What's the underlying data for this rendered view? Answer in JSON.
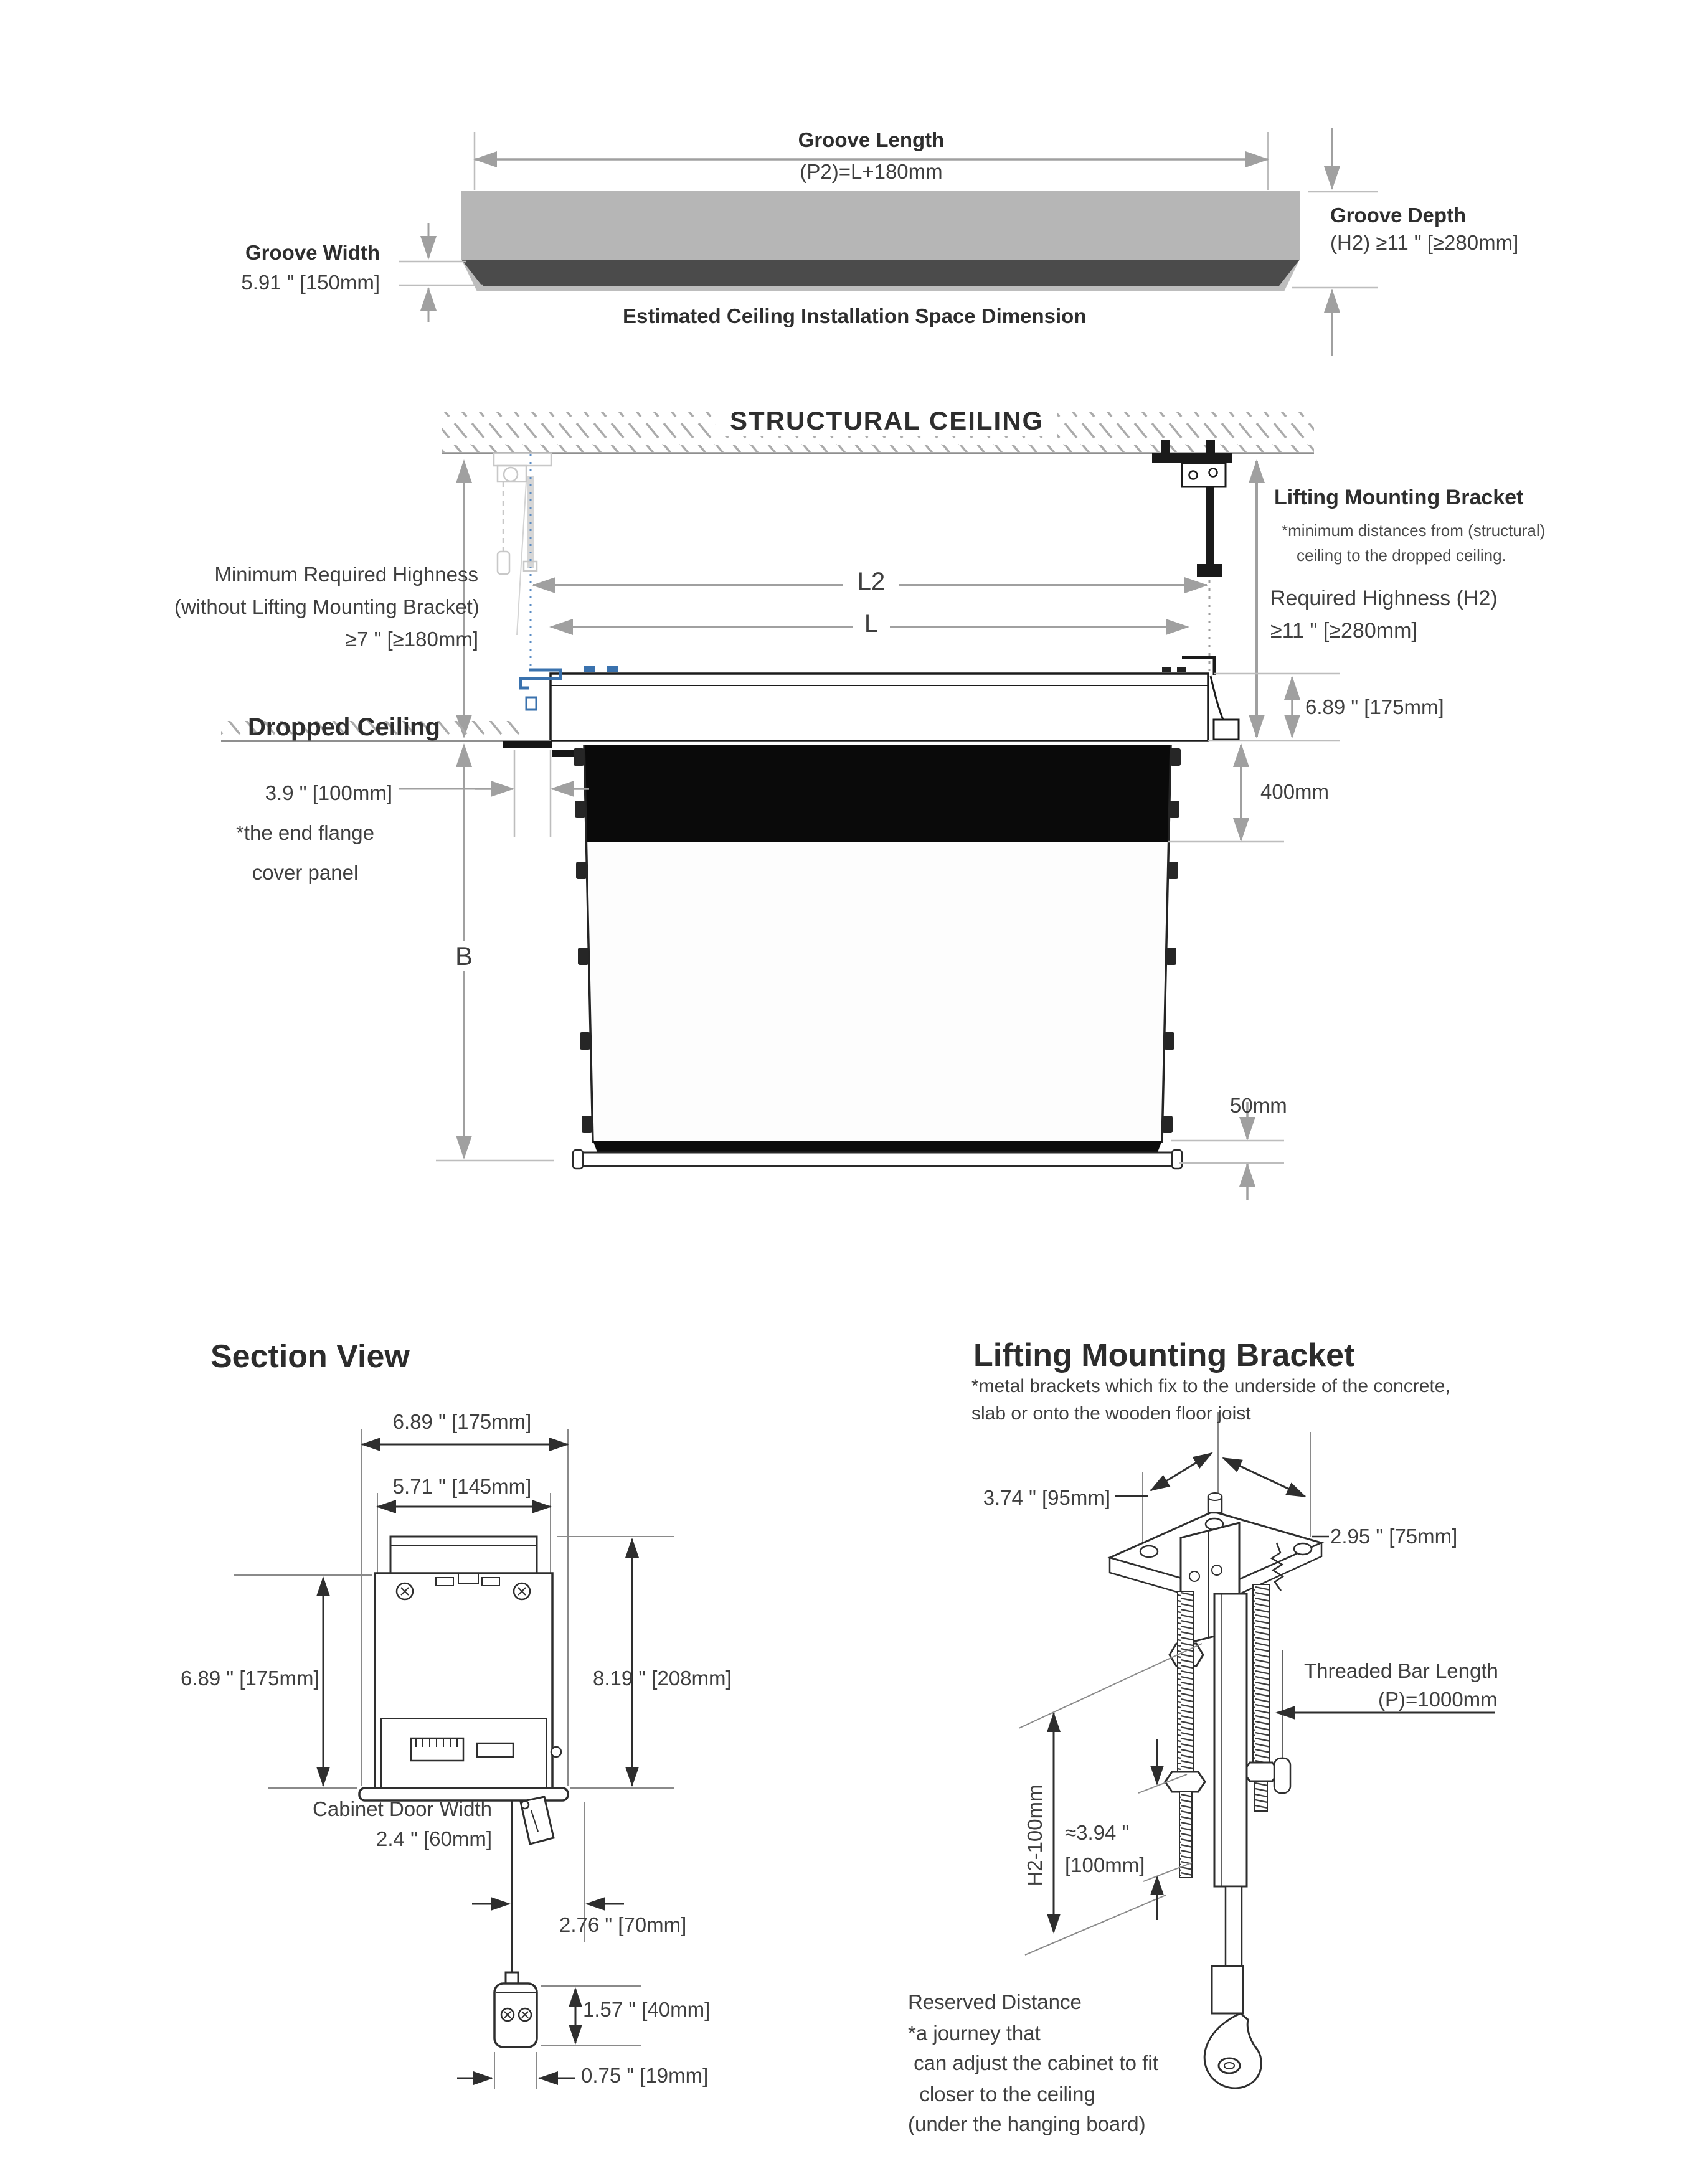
{
  "top": {
    "groove_length_label": "Groove Length",
    "groove_length_formula": "(P2)=L+180mm",
    "groove_depth_label": "Groove Depth",
    "groove_depth_value": "(H2) ≥11 \" [≥280mm]",
    "groove_width_label": "Groove Width",
    "groove_width_value": "5.91 \" [150mm]",
    "caption": "Estimated Ceiling Installation Space Dimension"
  },
  "middle": {
    "structural_ceiling": "STRUCTURAL CEILING",
    "dropped_ceiling": "Dropped Ceiling",
    "min_highness_line1": "Minimum Required Highness",
    "min_highness_line2": "(without Lifting Mounting Bracket)",
    "min_highness_line3": "≥7 \" [≥180mm]",
    "lifting_bracket_title": "Lifting Mounting Bracket",
    "lifting_bracket_note1": "*minimum distances from (structural)",
    "lifting_bracket_note2": "ceiling to the dropped ceiling.",
    "dim_l2": "L2",
    "dim_l": "L",
    "required_highness_line1": "Required Highness (H2)",
    "required_highness_line2": "≥11 \" [≥280mm]",
    "dim_cabinet_height": "6.89 \" [175mm]",
    "dim_flange": "3.9 \" [100mm]",
    "flange_note1": "*the end flange",
    "flange_note2": "cover panel",
    "dim_drop": "400mm",
    "dim_b": "B",
    "dim_bottom_bar": "50mm"
  },
  "section": {
    "title": "Section View",
    "dim_width_outer": "6.89 \" [175mm]",
    "dim_width_inner": "5.71 \" [145mm]",
    "dim_height_left": "6.89 \" [175mm]",
    "dim_height_right": "8.19 \" [208mm]",
    "door_label_line1": "Cabinet Door Width",
    "door_label_line2": "2.4 \" [60mm]",
    "dim_door_offset": "2.76 \" [70mm]",
    "dim_pendant_height": "1.57 \" [40mm]",
    "dim_pendant_width": "0.75 \" [19mm]"
  },
  "lifting": {
    "title": "Lifting Mounting Bracket",
    "note_line1": "*metal brackets which fix to the underside of the concrete,",
    "note_line2": "slab or onto the wooden floor joist",
    "dim_plate_depth": "3.74 \" [95mm]",
    "dim_plate_width": "2.95 \" [75mm]",
    "threaded_bar_line1": "Threaded Bar Length",
    "threaded_bar_line2": "(P)=1000mm",
    "dim_h2": "H2-100mm",
    "dim_adjust_line1": "≈3.94 \"",
    "dim_adjust_line2": "[100mm]",
    "reserved_line1": "Reserved Distance",
    "reserved_line2": "*a journey that",
    "reserved_line3": " can adjust the cabinet to fit",
    "reserved_line4": "  closer to the ceiling",
    "reserved_line5": "(under the hanging board)"
  }
}
